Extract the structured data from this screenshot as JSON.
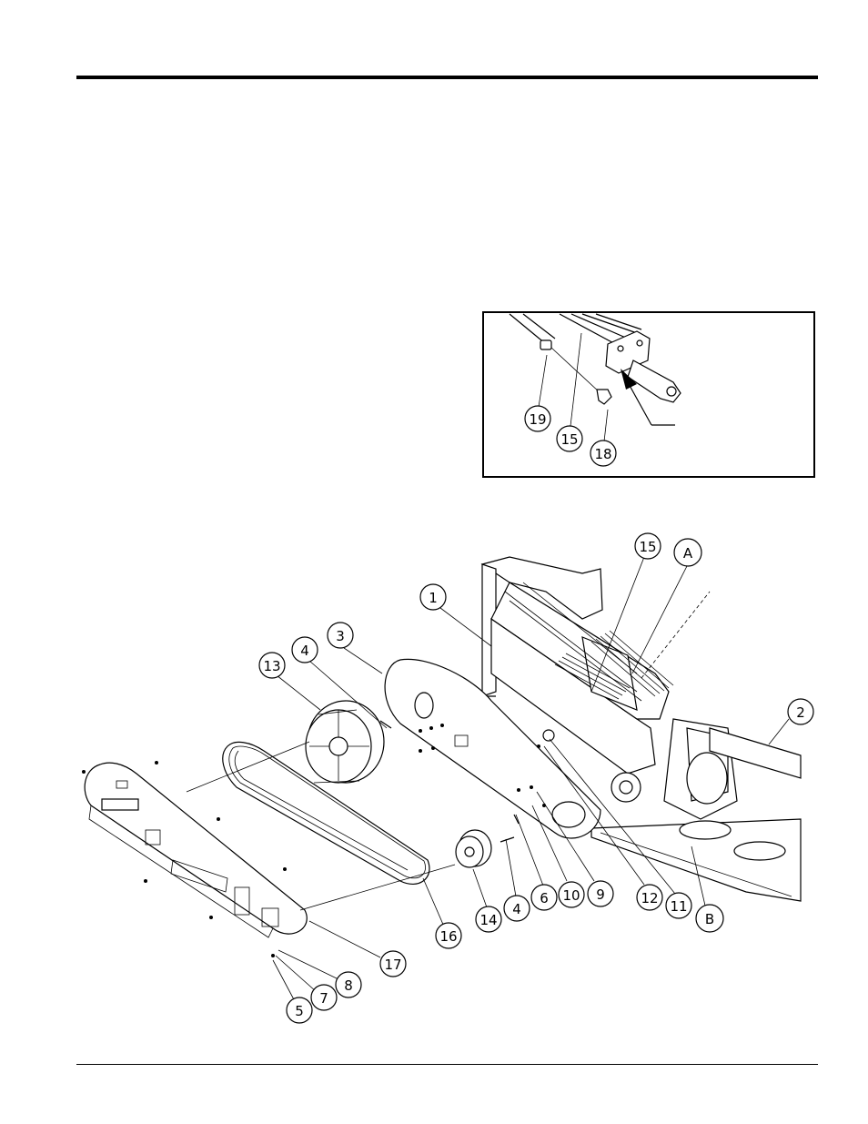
{
  "inset": {
    "callouts": [
      {
        "label": "19"
      },
      {
        "label": "15"
      },
      {
        "label": "18"
      }
    ]
  },
  "main": {
    "callouts": [
      {
        "label": "15"
      },
      {
        "label": "A"
      },
      {
        "label": "1"
      },
      {
        "label": "3"
      },
      {
        "label": "4"
      },
      {
        "label": "13"
      },
      {
        "label": "2"
      },
      {
        "label": "16"
      },
      {
        "label": "14"
      },
      {
        "label": "4"
      },
      {
        "label": "6"
      },
      {
        "label": "10"
      },
      {
        "label": "9"
      },
      {
        "label": "12"
      },
      {
        "label": "11"
      },
      {
        "label": "B"
      },
      {
        "label": "17"
      },
      {
        "label": "8"
      },
      {
        "label": "7"
      },
      {
        "label": "5"
      }
    ]
  }
}
